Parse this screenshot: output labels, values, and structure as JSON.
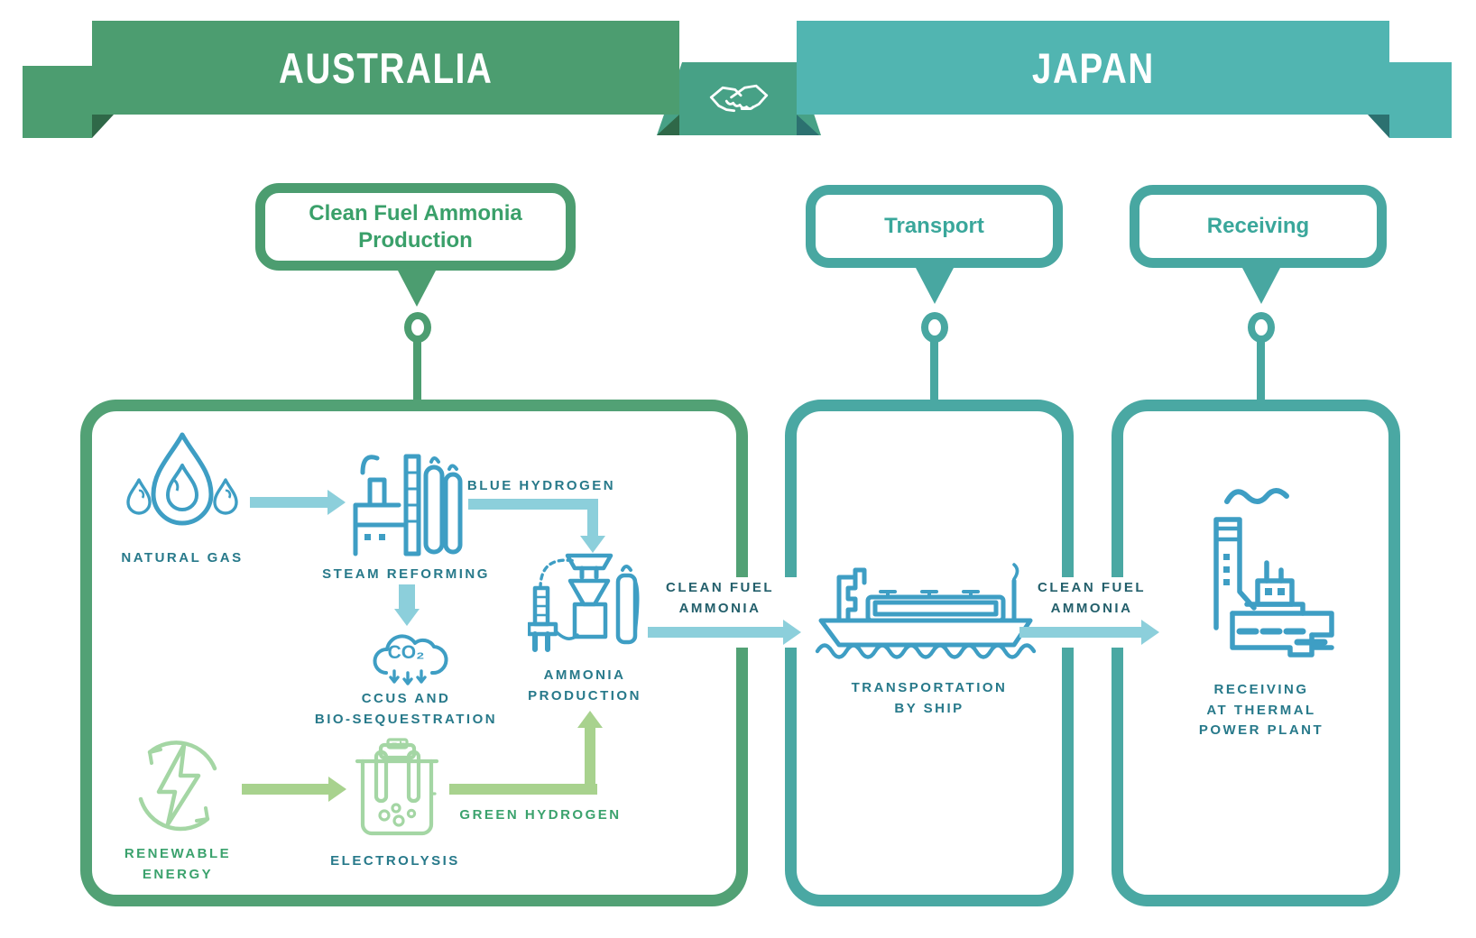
{
  "banner": {
    "australia": "AUSTRALIA",
    "japan": "JAPAN",
    "handshake_icon": "handshake"
  },
  "callouts": {
    "production": "Clean Fuel Ammonia\nProduction",
    "transport": "Transport",
    "receiving": "Receiving"
  },
  "production_box": {
    "natural_gas": "NATURAL GAS",
    "steam_reforming": "STEAM REFORMING",
    "blue_hydrogen": "BLUE HYDROGEN",
    "co2_label": "CO₂",
    "ccus": "CCUS AND\nBIO-SEQUESTRATION",
    "ammonia_production": "AMMONIA\nPRODUCTION",
    "renewable_energy": "RENEWABLE\nENERGY",
    "electrolysis": "ELECTROLYSIS",
    "green_hydrogen": "GREEN HYDROGEN"
  },
  "flows": {
    "to_transport": "CLEAN FUEL\nAMMONIA",
    "to_receiving": "CLEAN FUEL\nAMMONIA"
  },
  "transport_box": {
    "label": "TRANSPORTATION\nBY SHIP"
  },
  "receiving_box": {
    "label": "RECEIVING\nAT THERMAL\nPOWER PLANT"
  },
  "colors": {
    "australia_green": "#4c9d70",
    "japan_teal": "#51b5b1",
    "handshake_patch": "#47a186",
    "box_green_border": "#52a175",
    "box_teal_border": "#4aa8a3",
    "icon_blue": "#3e9ec4",
    "arrow_light_blue": "#8ccfdb",
    "arrow_light_green": "#a8d28e",
    "icon_light_green": "#a4d6a4",
    "label_dark_teal": "#27798a",
    "label_green": "#3ba26d"
  }
}
